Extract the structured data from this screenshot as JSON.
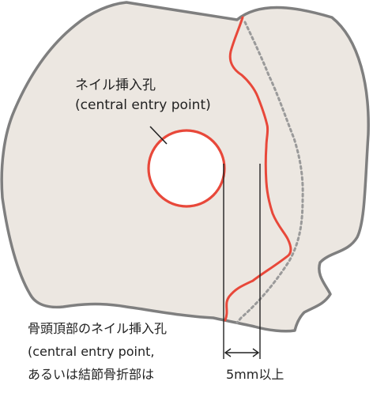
{
  "annotation": {
    "entry_label_ja": "ネイル挿入孔",
    "entry_label_en": "(central entry point)"
  },
  "note": {
    "line1": "骨頭頂部のネイル挿入孔",
    "line2": "(central entry point,",
    "line3": "あるいは結節骨折部は"
  },
  "dimension": {
    "label": "5mm以上"
  },
  "colors": {
    "bone_fill": "#ece7e1",
    "bone_outline": "#7f7f7f",
    "fracture_line": "#e8483a",
    "dotted_line": "#9a9a9a",
    "leader_line": "#222222"
  }
}
